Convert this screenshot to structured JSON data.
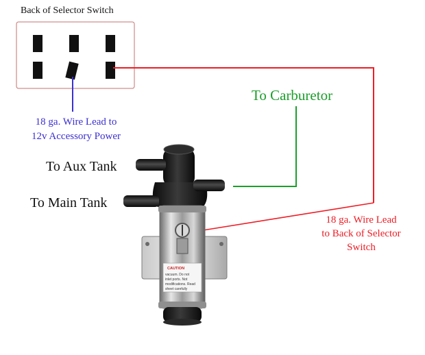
{
  "labels": {
    "switch_title": "Back of Selector Switch",
    "carburetor": "To Carburetor",
    "aux_tank": "To Aux Tank",
    "main_tank": "To Main Tank",
    "accessory_lines": [
      "18 ga. Wire Lead to",
      "12v Accessory Power"
    ],
    "back_switch_lines": [
      "18 ga. Wire Lead",
      "to Back of Selector",
      "Switch"
    ]
  },
  "valve_label": {
    "heading": "CAUTION",
    "lines": [
      "vacuum. Do not",
      "inlet ports. Not",
      "modifications. Read",
      "sheet carefully"
    ]
  },
  "colors": {
    "red_wire": "#ee1c24",
    "green_line": "#1a9e2a",
    "blue_wire": "#3b2fd0",
    "switch_border": "#c77070",
    "terminal": "#111111",
    "valve_body": "#1c1c1c",
    "chrome": "#b9b9b9"
  }
}
